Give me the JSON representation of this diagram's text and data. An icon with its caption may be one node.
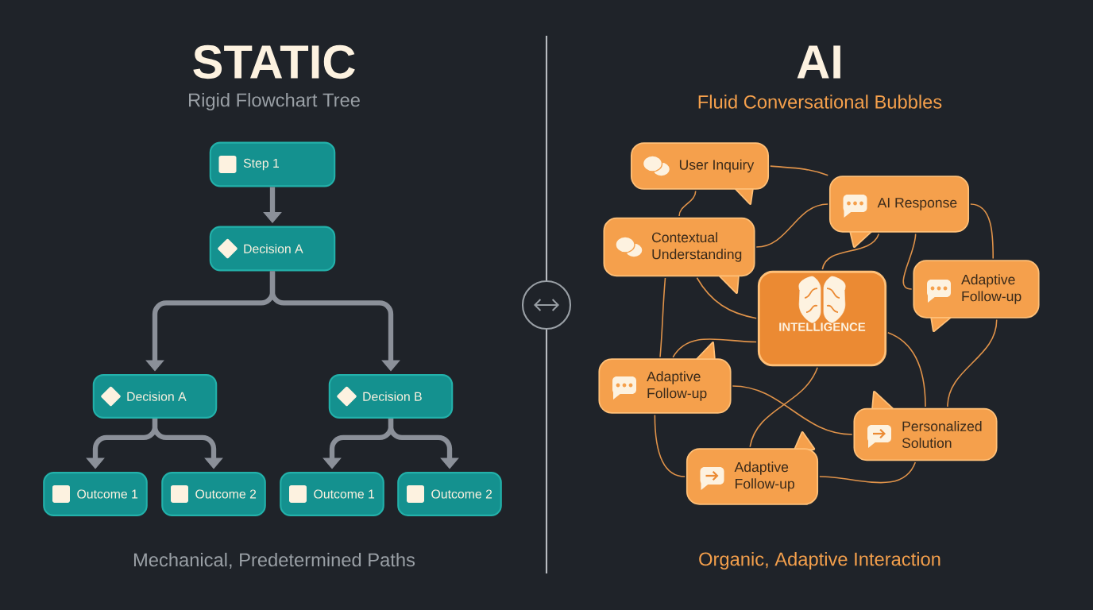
{
  "diagram": {
    "nodes": [
      {
        "text": [
          "Step 1"
        ]
      },
      {
        "text": [
          "Decision A"
        ]
      },
      {
        "text": [
          "Decision A"
        ]
      },
      {
        "text": [
          "Decision B"
        ]
      },
      {
        "text": [
          "Outcome 1"
        ]
      },
      {
        "text": [
          "Outcome 2"
        ]
      },
      {
        "text": [
          "Outcome 1"
        ]
      },
      {
        "text": [
          "Outcome 2"
        ]
      },
      {
        "text": [
          "User Inquiry"
        ]
      },
      {
        "text": [
          "AI Response"
        ]
      },
      {
        "text": [
          "Contextual Understanding"
        ]
      },
      {
        "text": [
          "INTELLIGENCE"
        ]
      },
      {
        "text": [
          "Adaptive Follow-up"
        ]
      },
      {
        "text": [
          "Adaptive Follow-up"
        ]
      },
      {
        "text": [
          "Personalized Solution"
        ]
      },
      {
        "text": [
          "Adaptive Follow-up"
        ]
      }
    ],
    "edges": [
      {
        "from": 0,
        "to": 1,
        "arrow": "to",
        "style": "thick",
        "color": "#8b9099"
      },
      {
        "from": 1,
        "to": 2,
        "arrow": "to",
        "style": "thick",
        "color": "#8b9099"
      },
      {
        "from": 1,
        "to": 3,
        "arrow": "to",
        "style": "thick",
        "color": "#8b9099"
      },
      {
        "from": 2,
        "to": 4,
        "arrow": "to",
        "style": "thick",
        "color": "#8b9099"
      },
      {
        "from": 2,
        "to": 5,
        "arrow": "to",
        "style": "thick",
        "color": "#8b9099"
      },
      {
        "from": 3,
        "to": 6,
        "arrow": "to",
        "style": "thick",
        "color": "#8b9099"
      },
      {
        "from": 3,
        "to": 7,
        "arrow": "to",
        "style": "thick",
        "color": "#8b9099"
      },
      {
        "from": 8,
        "to": 9,
        "arrow": "none"
      },
      {
        "from": 8,
        "to": 10,
        "arrow": "none"
      },
      {
        "from": 10,
        "to": 9,
        "arrow": "none"
      },
      {
        "from": 10,
        "to": 11,
        "arrow": "none"
      },
      {
        "from": 10,
        "to": 13,
        "arrow": "none"
      },
      {
        "from": 9,
        "to": 11,
        "arrow": "none"
      },
      {
        "from": 9,
        "to": 12,
        "arrow": "none"
      },
      {
        "from": 9,
        "to": 12,
        "arrow": "none"
      },
      {
        "from": 12,
        "to": 14,
        "arrow": "none"
      },
      {
        "from": 11,
        "to": 13,
        "arrow": "none"
      },
      {
        "from": 11,
        "to": 14,
        "arrow": "none"
      },
      {
        "from": 11,
        "to": 15,
        "arrow": "none"
      },
      {
        "from": 13,
        "to": 14,
        "arrow": "none"
      },
      {
        "from": 13,
        "to": 15,
        "arrow": "none"
      },
      {
        "from": 15,
        "to": 14,
        "arrow": "none"
      }
    ],
    "labels": [
      "STATIC",
      "Rigid Flowchart Tree",
      "AI",
      "Fluid Conversational Bubbles",
      "Mechanical, Predetermined Paths",
      "Organic, Adaptive Interaction"
    ]
  }
}
